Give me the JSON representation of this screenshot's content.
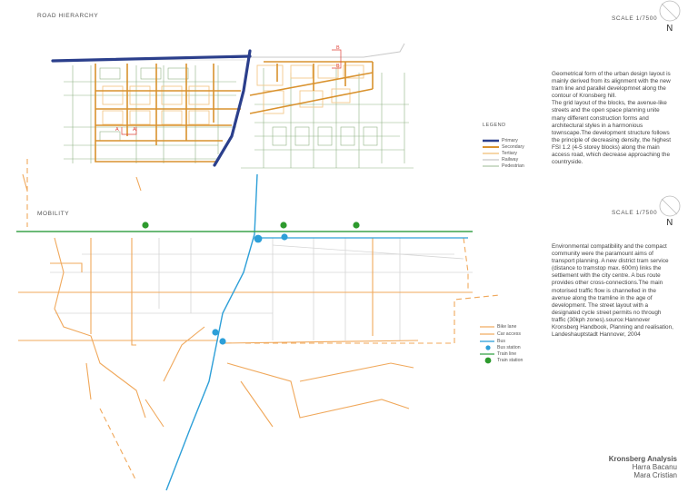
{
  "road_hierarchy": {
    "section_title": "ROAD HIERARCHY",
    "scale": "SCALE 1/7500",
    "north": "N",
    "legend_title": "LEGEND",
    "legend": [
      {
        "label": "Primary",
        "color": "#2b3f8c"
      },
      {
        "label": "Secondary",
        "color": "#d9922e"
      },
      {
        "label": "Tertiary",
        "color": "#f3c98b"
      },
      {
        "label": "Railway",
        "color": "#b9b9b9"
      },
      {
        "label": "Pedestrian",
        "color": "#7aa06f"
      }
    ],
    "section_markers": [
      "A",
      "A",
      "B",
      "B"
    ],
    "description": "Geometrical form of the urban design layout is mainly derived from its alignment with the new tram line and parallel developmnet along the contour of Kronsberg hill.\nThe grid layout of the blocks, the avenue-like streets and the open space planning unite many different construction forms and architectural styles in a harmonious townscape.The development structure follows the principle of decreasing density, the highest FSI 1.2 (4-5 storey blocks) along the main access road, which decrease approaching the countryside."
  },
  "mobility": {
    "section_title": "MOBILITY",
    "scale": "SCALE 1/7500",
    "north": "N",
    "legend": [
      {
        "label": "Bike lane",
        "color": "#f0a85b"
      },
      {
        "label": "Car access",
        "color": "#f0a85b"
      },
      {
        "label": "Bus",
        "color": "#2d9fd8"
      },
      {
        "label": "Bus station",
        "color": "#2d9fd8"
      },
      {
        "label": "Train line",
        "color": "#3aa34a"
      },
      {
        "label": "Train station",
        "color": "#2d9a2d"
      }
    ],
    "description": "Environmental compatibility and the compact community were the paramount aims of transport planning. A new district tram service (distance to tramstop max. 600m) links the settlement with the city centre. A bus route provides other cross-connections.The main motorised traffic flow is channelled in the avenue along the tramline in the age of development. The street layout with a designated cycle street  permits no through traffic (30kph zones).source:Hannover Kronsberg Handbook, Planning and realisation, Landeshauptstadt Hannover, 2004"
  },
  "credits": {
    "title": "Kronsberg Analysis",
    "author1": "Harra Bacanu",
    "author2": "Mara Cristian"
  }
}
